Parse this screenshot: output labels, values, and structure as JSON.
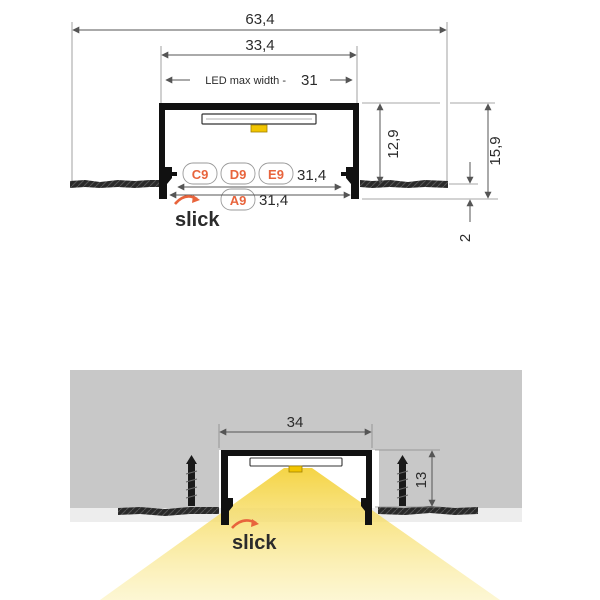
{
  "top": {
    "overall_width": "63,4",
    "inner_width": "33,4",
    "led_label": "LED max width -",
    "led_value": "31",
    "inner_height": "12,9",
    "total_height": "15,9",
    "flange": "2",
    "cover_codes_row1": [
      "C9",
      "D9",
      "E9"
    ],
    "cover_row1_value": "31,4",
    "cover_codes_row2": [
      "A9"
    ],
    "cover_row2_value": "31,4",
    "logo": "slick"
  },
  "bottom": {
    "width": "34",
    "height": "13",
    "logo": "slick"
  },
  "colors": {
    "accent": "#e8643c",
    "profile": "#111111",
    "wall": "#c8c8c8",
    "light": "#f7e27a"
  }
}
